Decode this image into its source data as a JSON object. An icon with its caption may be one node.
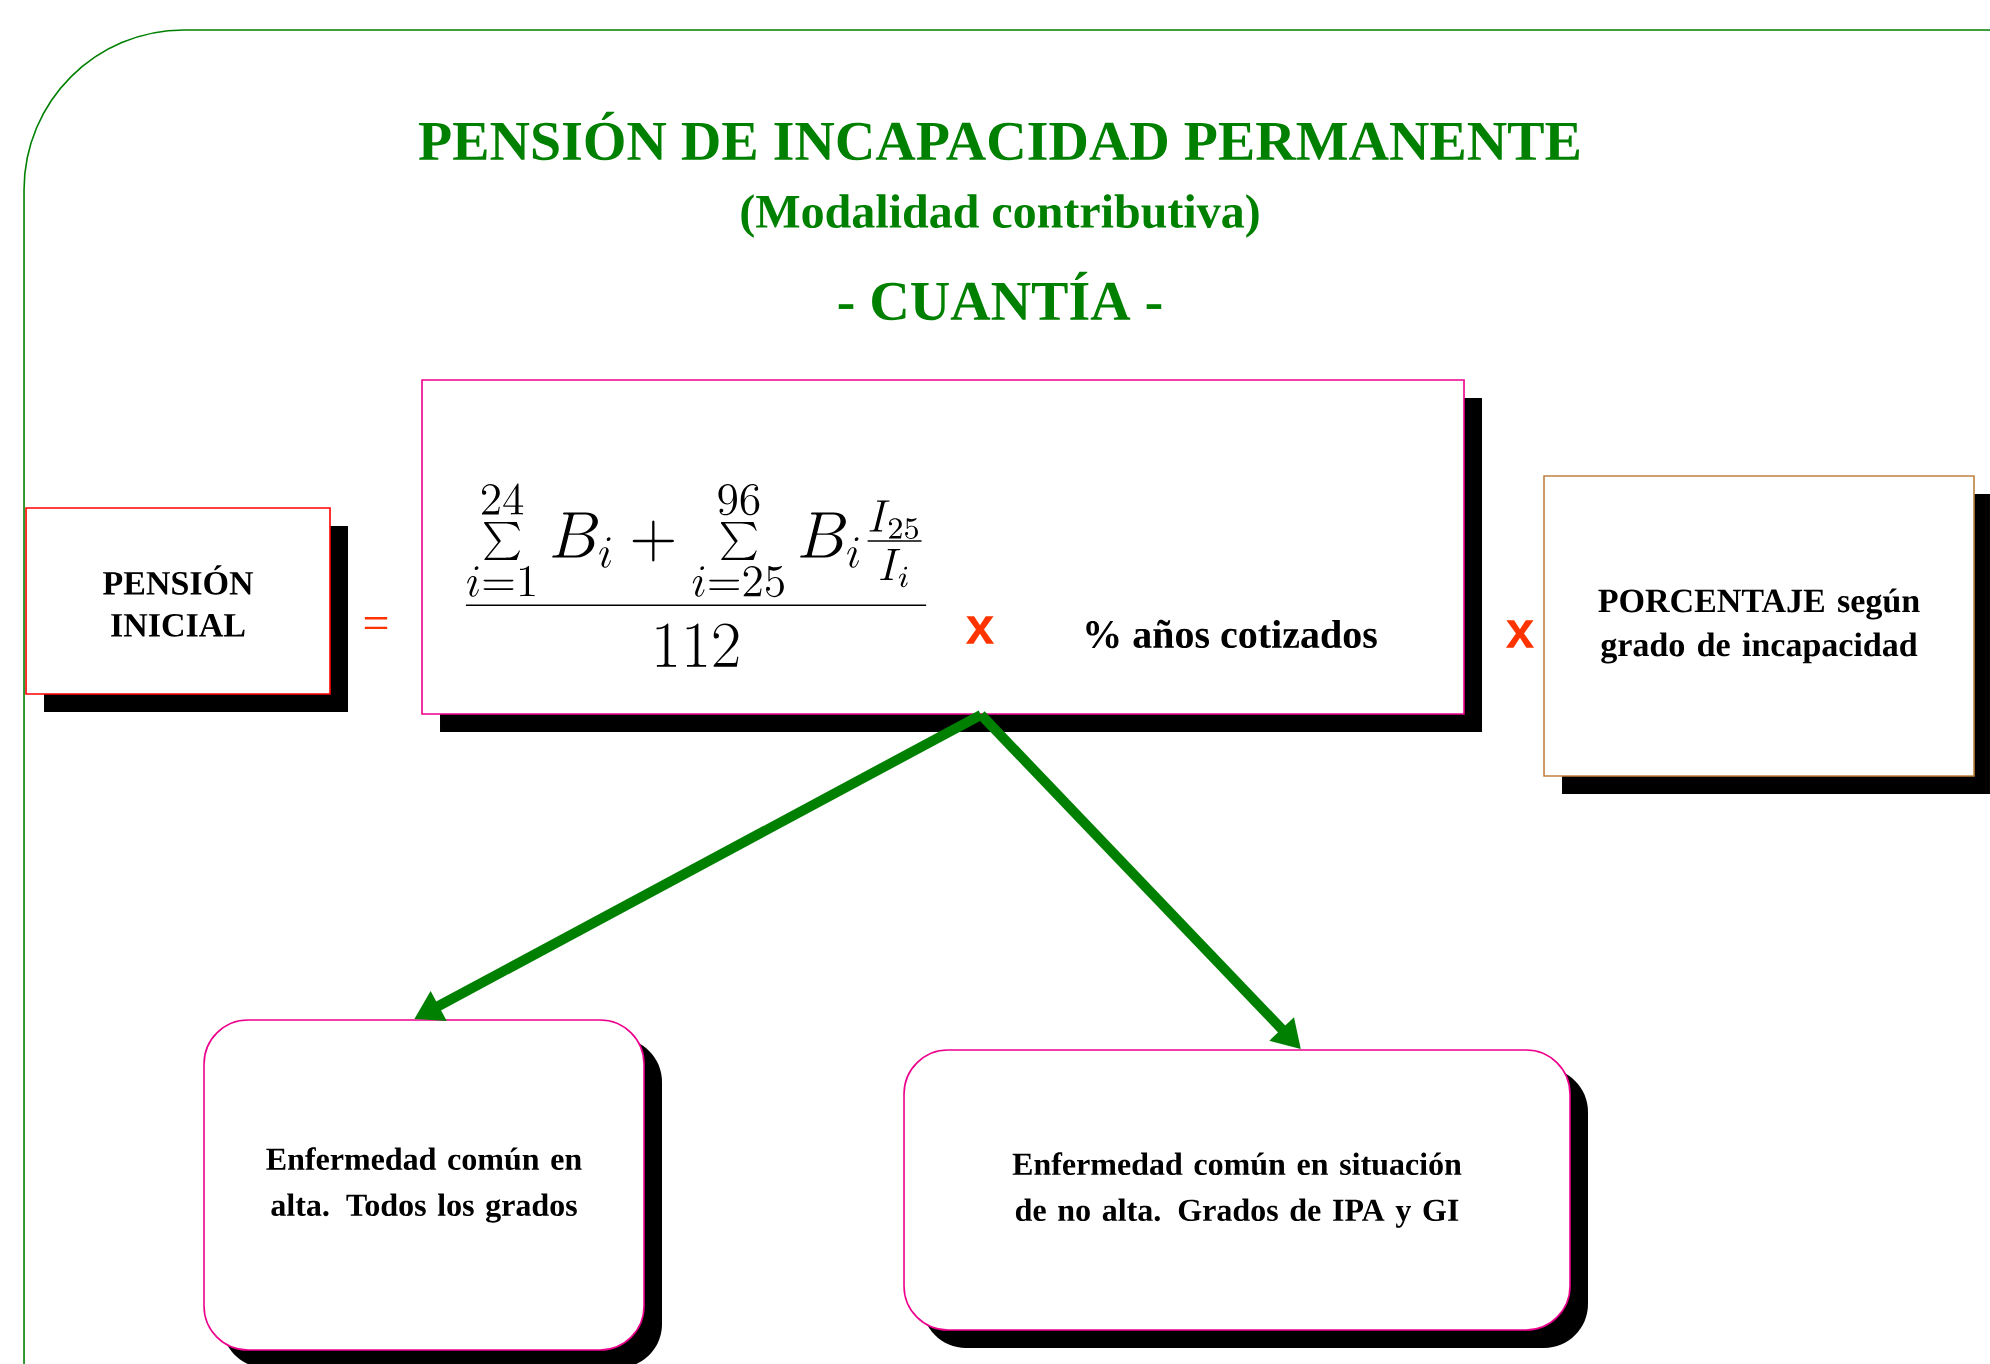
{
  "diagram": {
    "title": "PENSIÓN DE INCAPACIDAD PERMANENTE",
    "nodes": [
      {
        "text": [
          "PENSIÓN INICIAL"
        ]
      },
      {
        "text": [
          "\\frac{\\sum\\limits_{i=1}^{24} B_i + \\sum\\limits_{i=25}^{96} B_i \\frac{I_{25}}{I_i}}{112}",
          "% años cotizados"
        ]
      },
      {
        "text": [
          "PORCENTAJE según grado de incapacidad"
        ]
      },
      {
        "text": [
          "Enfermedad común en alta. Todos los grados"
        ]
      },
      {
        "text": [
          "Enfermedad común en situación de no alta. Grados de IPA y GI"
        ]
      }
    ],
    "edges": [
      {
        "from": 1,
        "to": 3,
        "arrow": "to"
      },
      {
        "from": 1,
        "to": 4,
        "arrow": "to"
      }
    ],
    "labels": [
      "(Modalidad contributiva)",
      "- CUANTÍA -",
      "=",
      "x",
      "x"
    ]
  }
}
